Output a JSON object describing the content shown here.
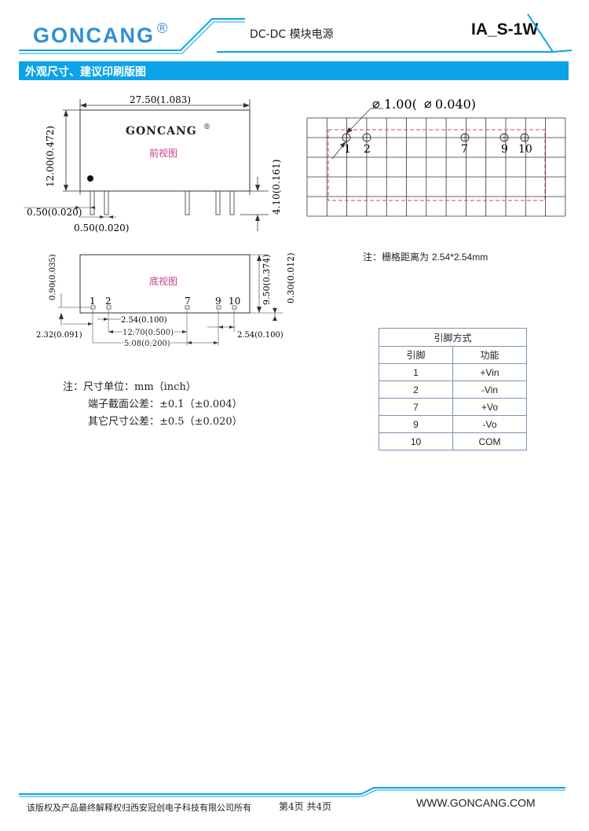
{
  "header": {
    "brand": "GONCANG",
    "registered": "®",
    "subtitle": "DC-DC 模块电源",
    "model": "IA_S-1W",
    "accent_color": "#0aa3e8",
    "brand_color": "#2f8fd6"
  },
  "section": {
    "title": "外观尺寸、建议印刷版图"
  },
  "front_view": {
    "overall_length": "27.50(1.083)",
    "height": "12.00(0.472)",
    "pin_length": "4.10(0.161)",
    "pin_offset": "0.50(0.020)",
    "pin_width": "0.50(0.020)",
    "brand": "GONCANG",
    "registered": "®",
    "label": "前视图"
  },
  "bottom_view": {
    "label": "底视图",
    "width": "9.50(0.374)",
    "edge_right": "0.30(0.012)",
    "edge_left": "0.90(0.035)",
    "pin_from_edge": "2.32(0.091)",
    "pitch_1": "2.54(0.100)",
    "span_12_7": "12.70(0.500)",
    "span_7_9": "5.08(0.200)",
    "pitch_2": "2.54(0.100)",
    "pins": [
      "1",
      "2",
      "7",
      "9",
      "10"
    ]
  },
  "pcb_layout": {
    "hole_diameter": "1.00(",
    "hole_diameter_inch": "0.040)",
    "diameter_symbol": "⌀",
    "pins": [
      "1",
      "2",
      "7",
      "9",
      "10"
    ],
    "note_prefix": "注：栅格距离为",
    "note_value": "2.54*2.54mm"
  },
  "pin_table": {
    "caption": "引脚方式",
    "headers": [
      "引脚",
      "功能"
    ],
    "rows": [
      [
        "1",
        "+Vin"
      ],
      [
        "2",
        "-Vin"
      ],
      [
        "7",
        "+Vo"
      ],
      [
        "9",
        "-Vo"
      ],
      [
        "10",
        "COM"
      ]
    ]
  },
  "dimension_notes": {
    "line1": "注：尺寸单位：mm（inch）",
    "line2": "端子截面公差：±0.1（±0.004）",
    "line3": "其它尺寸公差：±0.5（±0.020）"
  },
  "footer": {
    "copyright": "该版权及产品最终解释权归西安冠创电子科技有限公司所有",
    "page": "第4页 共4页",
    "website": "WWW.GONCANG.COM"
  }
}
